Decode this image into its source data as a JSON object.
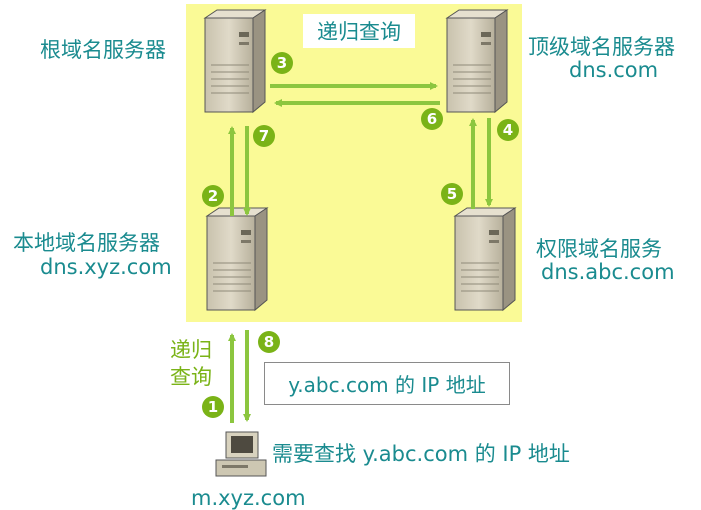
{
  "title": "递归查询",
  "nodes": {
    "root": {
      "label": "根域名服务器"
    },
    "tld": {
      "label": "顶级域名服务器",
      "domain": "dns.com"
    },
    "local": {
      "label": "本地域名服务器",
      "domain": "dns.xyz.com"
    },
    "auth": {
      "label": "权限域名服务",
      "domain": "dns.abc.com"
    },
    "client": {
      "domain": "m.xyz.com",
      "request": "需要查找 y.abc.com 的 IP 地址"
    }
  },
  "side_label": {
    "line1": "递归",
    "line2": "查询"
  },
  "answer": "y.abc.com 的 IP 地址",
  "steps": [
    "1",
    "2",
    "3",
    "4",
    "5",
    "6",
    "7",
    "8"
  ],
  "colors": {
    "highlight": "#fafa96",
    "arrow": "#8cc63f",
    "badge": "#7ab317",
    "text": "#1a8b8f"
  }
}
